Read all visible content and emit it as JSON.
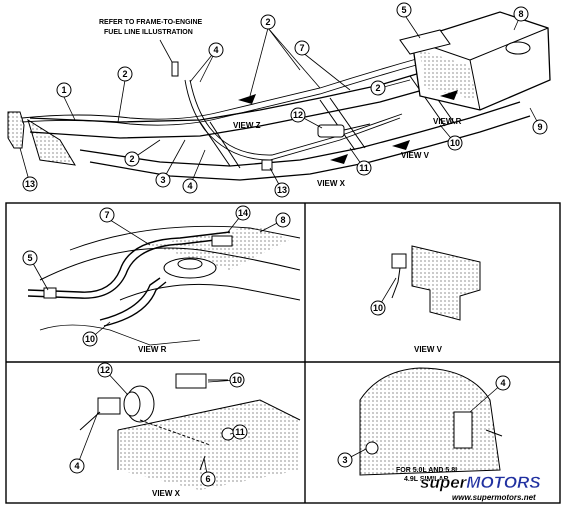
{
  "main": {
    "note_lines": [
      "REFER TO FRAME-TO-ENGINE",
      "FUEL LINE ILLUSTRATION"
    ],
    "view_labels": {
      "z": "VIEW Z",
      "r": "VIEW R",
      "v": "VIEW V",
      "x": "VIEW X"
    }
  },
  "panel_r": {
    "label": "VIEW R"
  },
  "panel_v": {
    "label": "VIEW V"
  },
  "panel_x": {
    "label": "VIEW X"
  },
  "panel_w": {
    "note_lines": [
      "FOR 5.0L AND 5.8L",
      "4.9L SIMILAR"
    ]
  },
  "callouts": {
    "c1": "1",
    "c2": "2",
    "c3": "3",
    "c4": "4",
    "c5": "5",
    "c6": "6",
    "c7": "7",
    "c8": "8",
    "c9": "9",
    "c10": "10",
    "c11": "11",
    "c12": "12",
    "c13": "13",
    "c14": "14"
  },
  "watermark": {
    "brand_a": "super",
    "brand_b": "MOTORS",
    "url": "www.supermotors.net"
  },
  "colors": {
    "ink": "#000000",
    "paper": "#ffffff",
    "watermark_red": "#d42020",
    "watermark_blue": "#2030a0"
  }
}
